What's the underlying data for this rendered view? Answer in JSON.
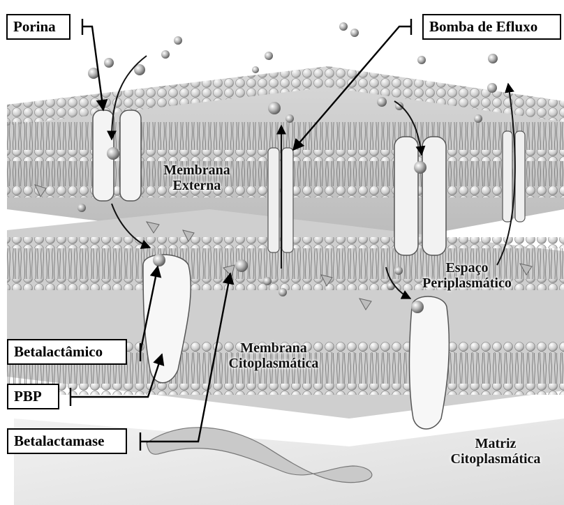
{
  "callouts": {
    "porina": "Porina",
    "bomba": "Bomba de Efluxo",
    "betalactamico": "Betalactâmico",
    "pbp": "PBP",
    "betalactamase": "Betalactamase"
  },
  "regions": {
    "outer_membrane": [
      "Membrana",
      "Externa"
    ],
    "periplasmic_space": [
      "Espaço",
      "Periplasmático"
    ],
    "cytoplasmic_membrane": [
      "Membrana",
      "Citoplasmática"
    ],
    "cytoplasmic_matrix": [
      "Matriz",
      "Citoplasmática"
    ]
  }
}
